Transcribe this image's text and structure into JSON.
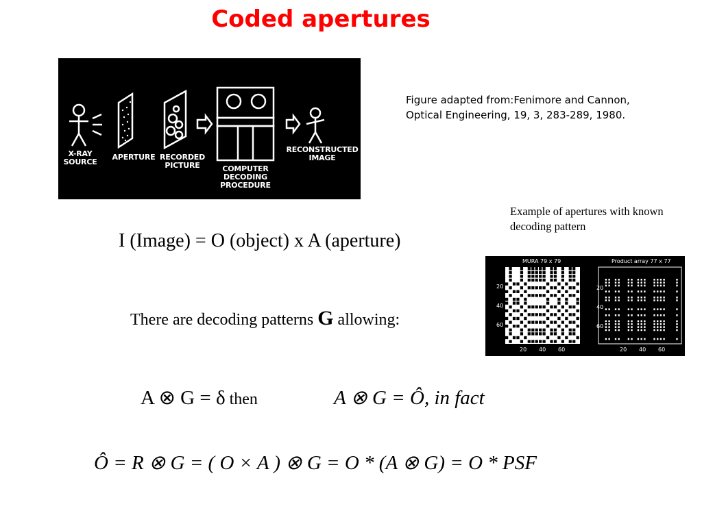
{
  "slide": {
    "title": "Coded apertures",
    "title_color": "#ff0000",
    "credit": "Figure adapted from:Fenimore and Cannon, Optical Engineering, 19, 3, 283-289, 1980.",
    "diagram": {
      "labels": {
        "source_line1": "X-RAY",
        "source_line2": "SOURCE",
        "aperture": "APERTURE",
        "recorded_line1": "RECORDED",
        "recorded_line2": "PICTURE",
        "computer_line1": "COMPUTER",
        "computer_line2": "DECODING",
        "computer_line3": "PROCEDURE",
        "reconstructed_line1": "RECONSTRUCTED",
        "reconstructed_line2": "IMAGE"
      }
    },
    "example_caption": "Example of apertures with known decoding pattern",
    "equations": {
      "image_eq": "I (Image) = O (object) x A (aperture)",
      "decoding_prefix": "There are decoding patterns ",
      "decoding_symbol": "G",
      "decoding_suffix": " allowing:",
      "delta_eq": "A ⊗ G = δ",
      "then": " then",
      "estimate_eq": "A ⊗ G = Ô, in fact",
      "psf_eq": "Ô = R ⊗ G = ( O × A ) ⊗ G = O * (A ⊗ G) = O * PSF"
    },
    "patterns": {
      "left_title": "MURA 79 x 79",
      "right_title": "Product array 77 x 77",
      "y_ticks": [
        "20",
        "40",
        "60"
      ],
      "x_ticks": [
        "20",
        "40",
        "60"
      ]
    }
  }
}
